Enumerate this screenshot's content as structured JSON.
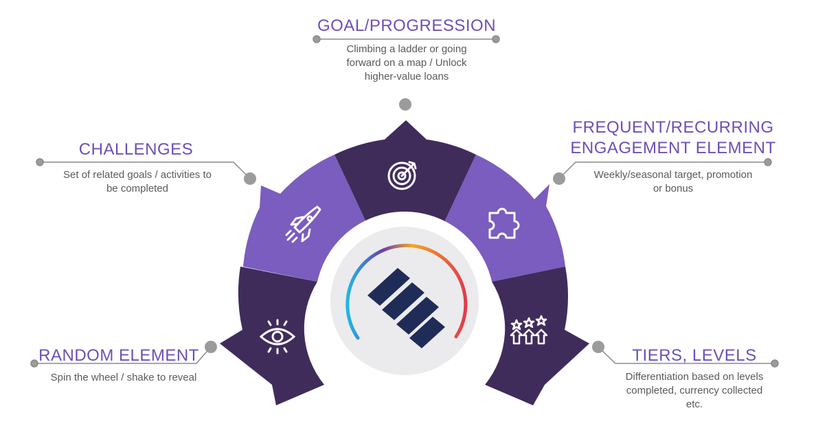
{
  "items": [
    {
      "key": "goal",
      "title": [
        "GOAL/PROGRESSION"
      ],
      "description": [
        "Climbing a ladder or going",
        "forward on a map / Unlock",
        "higher-value loans"
      ],
      "icon": "target-icon"
    },
    {
      "key": "challenges",
      "title": [
        "CHALLENGES"
      ],
      "description": [
        "Set of related goals / activities to",
        "be completed"
      ],
      "icon": "rocket-icon"
    },
    {
      "key": "frequent",
      "title": [
        "FREQUENT/RECURRING",
        "ENGAGEMENT ELEMENT"
      ],
      "description": [
        "Weekly/seasonal target, promotion",
        "or bonus"
      ],
      "icon": "puzzle-piece-icon"
    },
    {
      "key": "random",
      "title": [
        "RANDOM ELEMENT"
      ],
      "description": [
        "Spin the wheel / shake to reveal"
      ],
      "icon": "eye-icon"
    },
    {
      "key": "tiers",
      "title": [
        "TIERS, LEVELS"
      ],
      "description": [
        "Differentiation based on levels",
        "completed, currency collected",
        "etc."
      ],
      "icon": "stars-arrows-icon"
    }
  ],
  "center": {
    "logo": "stripes-logo-icon"
  },
  "colors": {
    "dark_purple": "#3f2c5b",
    "light_purple": "#7b5cbf",
    "title_purple": "#6d4fb4",
    "connector_gray": "#8a8a8a",
    "dot_gray": "#9b9b9b",
    "center_circle": "#ebebed",
    "logo_navy": "#1f2c58",
    "text_gray": "#595959"
  }
}
